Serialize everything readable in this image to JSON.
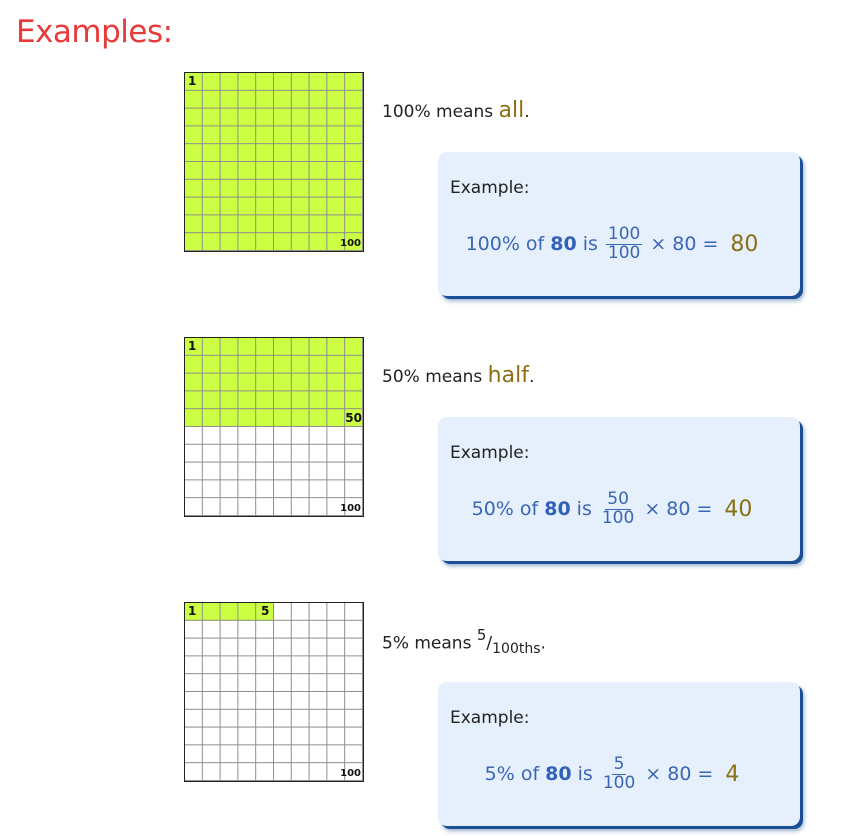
{
  "heading": "Examples:",
  "examples": [
    {
      "grid": {
        "filled_fraction": 1.0,
        "corner_label": "1",
        "end_label": "100",
        "marker_label": ""
      },
      "statement": {
        "prefix": "100% means ",
        "word": "all",
        "suffix": "."
      },
      "box": {
        "label": "Example:",
        "percent": "100% of",
        "base": "80",
        "is": "is",
        "numerator": "100",
        "denominator": "100",
        "times": "× 80",
        "equals": "=",
        "result": "80"
      }
    },
    {
      "grid": {
        "filled_fraction": 0.5,
        "corner_label": "1",
        "end_label": "100",
        "marker_label": "50"
      },
      "statement": {
        "prefix": "50% means ",
        "word": "half",
        "suffix": "."
      },
      "box": {
        "label": "Example:",
        "percent": "50% of",
        "base": "80",
        "is": "is",
        "numerator": "50",
        "denominator": "100",
        "times": "× 80",
        "equals": "=",
        "result": "40"
      }
    },
    {
      "grid": {
        "filled_fraction": 0.05,
        "corner_label": "1",
        "end_label": "100",
        "marker_label": "5"
      },
      "statement": {
        "prefix": "5% means ",
        "sup": "5",
        "slash": "/",
        "sub": "100ths",
        "suffix": "."
      },
      "box": {
        "label": "Example:",
        "percent": "5% of",
        "base": "80",
        "is": "is",
        "numerator": "5",
        "denominator": "100",
        "times": "× 80",
        "equals": "=",
        "result": "4"
      }
    }
  ]
}
